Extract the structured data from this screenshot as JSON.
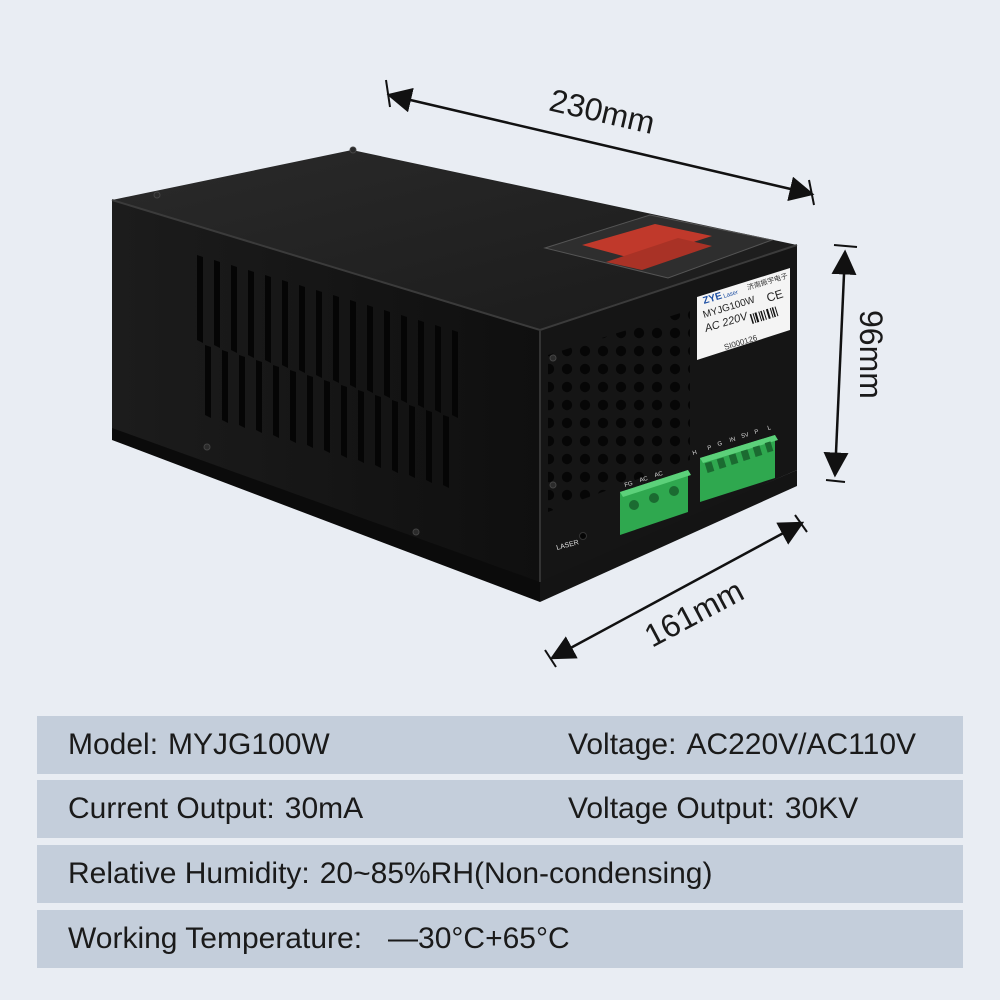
{
  "dimensions": {
    "width": "230mm",
    "height": "96mm",
    "depth": "161mm"
  },
  "product_labels": {
    "brand": "ZYE",
    "brand_sub": "Laser",
    "maker_cn": "济南振宇电子",
    "model": "MYJG100W",
    "voltage": "AC 220V",
    "serial": "SI000126",
    "cert": "CE",
    "laser_port": "LASER",
    "power_terminals": [
      "FG",
      "AC",
      "AC"
    ],
    "signal_terminals": [
      "H",
      "P",
      "G",
      "IN",
      "5V",
      "P",
      "L"
    ]
  },
  "specs": [
    {
      "left": {
        "label": "Model:",
        "value": "MYJG100W"
      },
      "right": {
        "label": "Voltage:",
        "value": "AC220V/AC110V"
      }
    },
    {
      "left": {
        "label": "Current Output:",
        "value": "30mA"
      },
      "right": {
        "label": "Voltage Output:",
        "value": "30KV"
      }
    },
    {
      "left": {
        "label": "Relative Humidity:",
        "value": "20~85%RH(Non-condensing)"
      }
    },
    {
      "left": {
        "label": "Working Temperature:",
        "value": "—30°C+65°C"
      }
    }
  ]
}
